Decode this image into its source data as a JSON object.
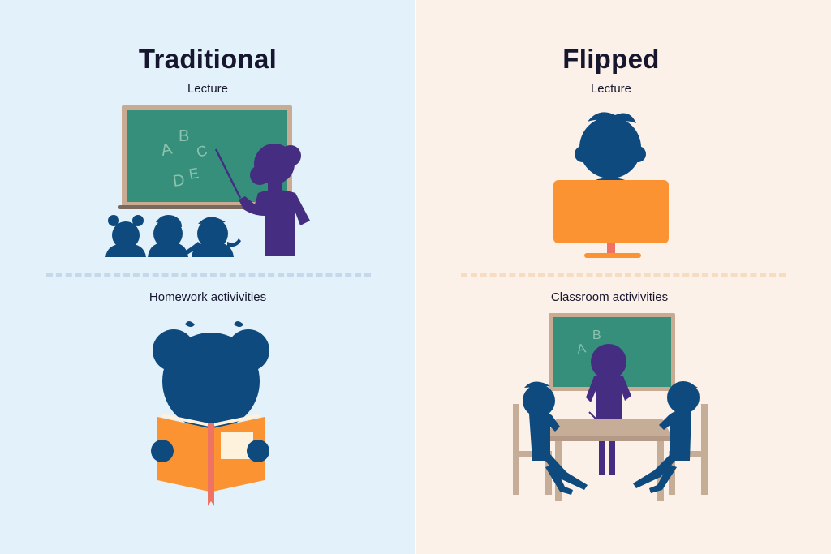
{
  "traditional": {
    "title": "Traditional",
    "top_label": "Lecture",
    "bottom_label": "Homework activivities",
    "board_letters": [
      "A",
      "B",
      "C",
      "D",
      "E"
    ]
  },
  "flipped": {
    "title": "Flipped",
    "top_label": "Lecture",
    "bottom_label": "Classroom activivities",
    "board_letters": [
      "A",
      "B"
    ]
  },
  "colors": {
    "left_background": "#e3f1fb",
    "right_background": "#fcf1e8",
    "silhouette_blue": "#0e4a7e",
    "silhouette_purple": "#452d82",
    "chalkboard_green": "#358f7b",
    "board_frame": "#c9ab94",
    "orange": "#fb9333",
    "book_ribbon": "#ef7363",
    "table_beige": "#c6ad98"
  },
  "icons": [
    "teacher-at-chalkboard-icon",
    "students-icon",
    "child-reading-book-icon",
    "child-at-monitor-icon",
    "group-table-activity-icon"
  ]
}
